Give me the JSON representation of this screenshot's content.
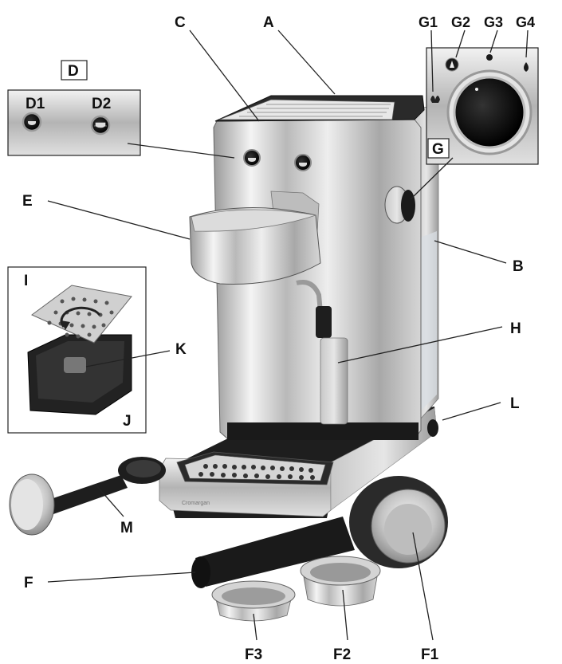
{
  "labels": {
    "A": "A",
    "B": "B",
    "C": "C",
    "D": "D",
    "D1": "D1",
    "D2": "D2",
    "E": "E",
    "F": "F",
    "F1": "F1",
    "F2": "F2",
    "F3": "F3",
    "G": "G",
    "G1": "G1",
    "G2": "G2",
    "G3": "G3",
    "G4": "G4",
    "H": "H",
    "I": "I",
    "J": "J",
    "K": "K",
    "L": "L",
    "M": "M"
  },
  "brand_text": "Cromargan"
}
